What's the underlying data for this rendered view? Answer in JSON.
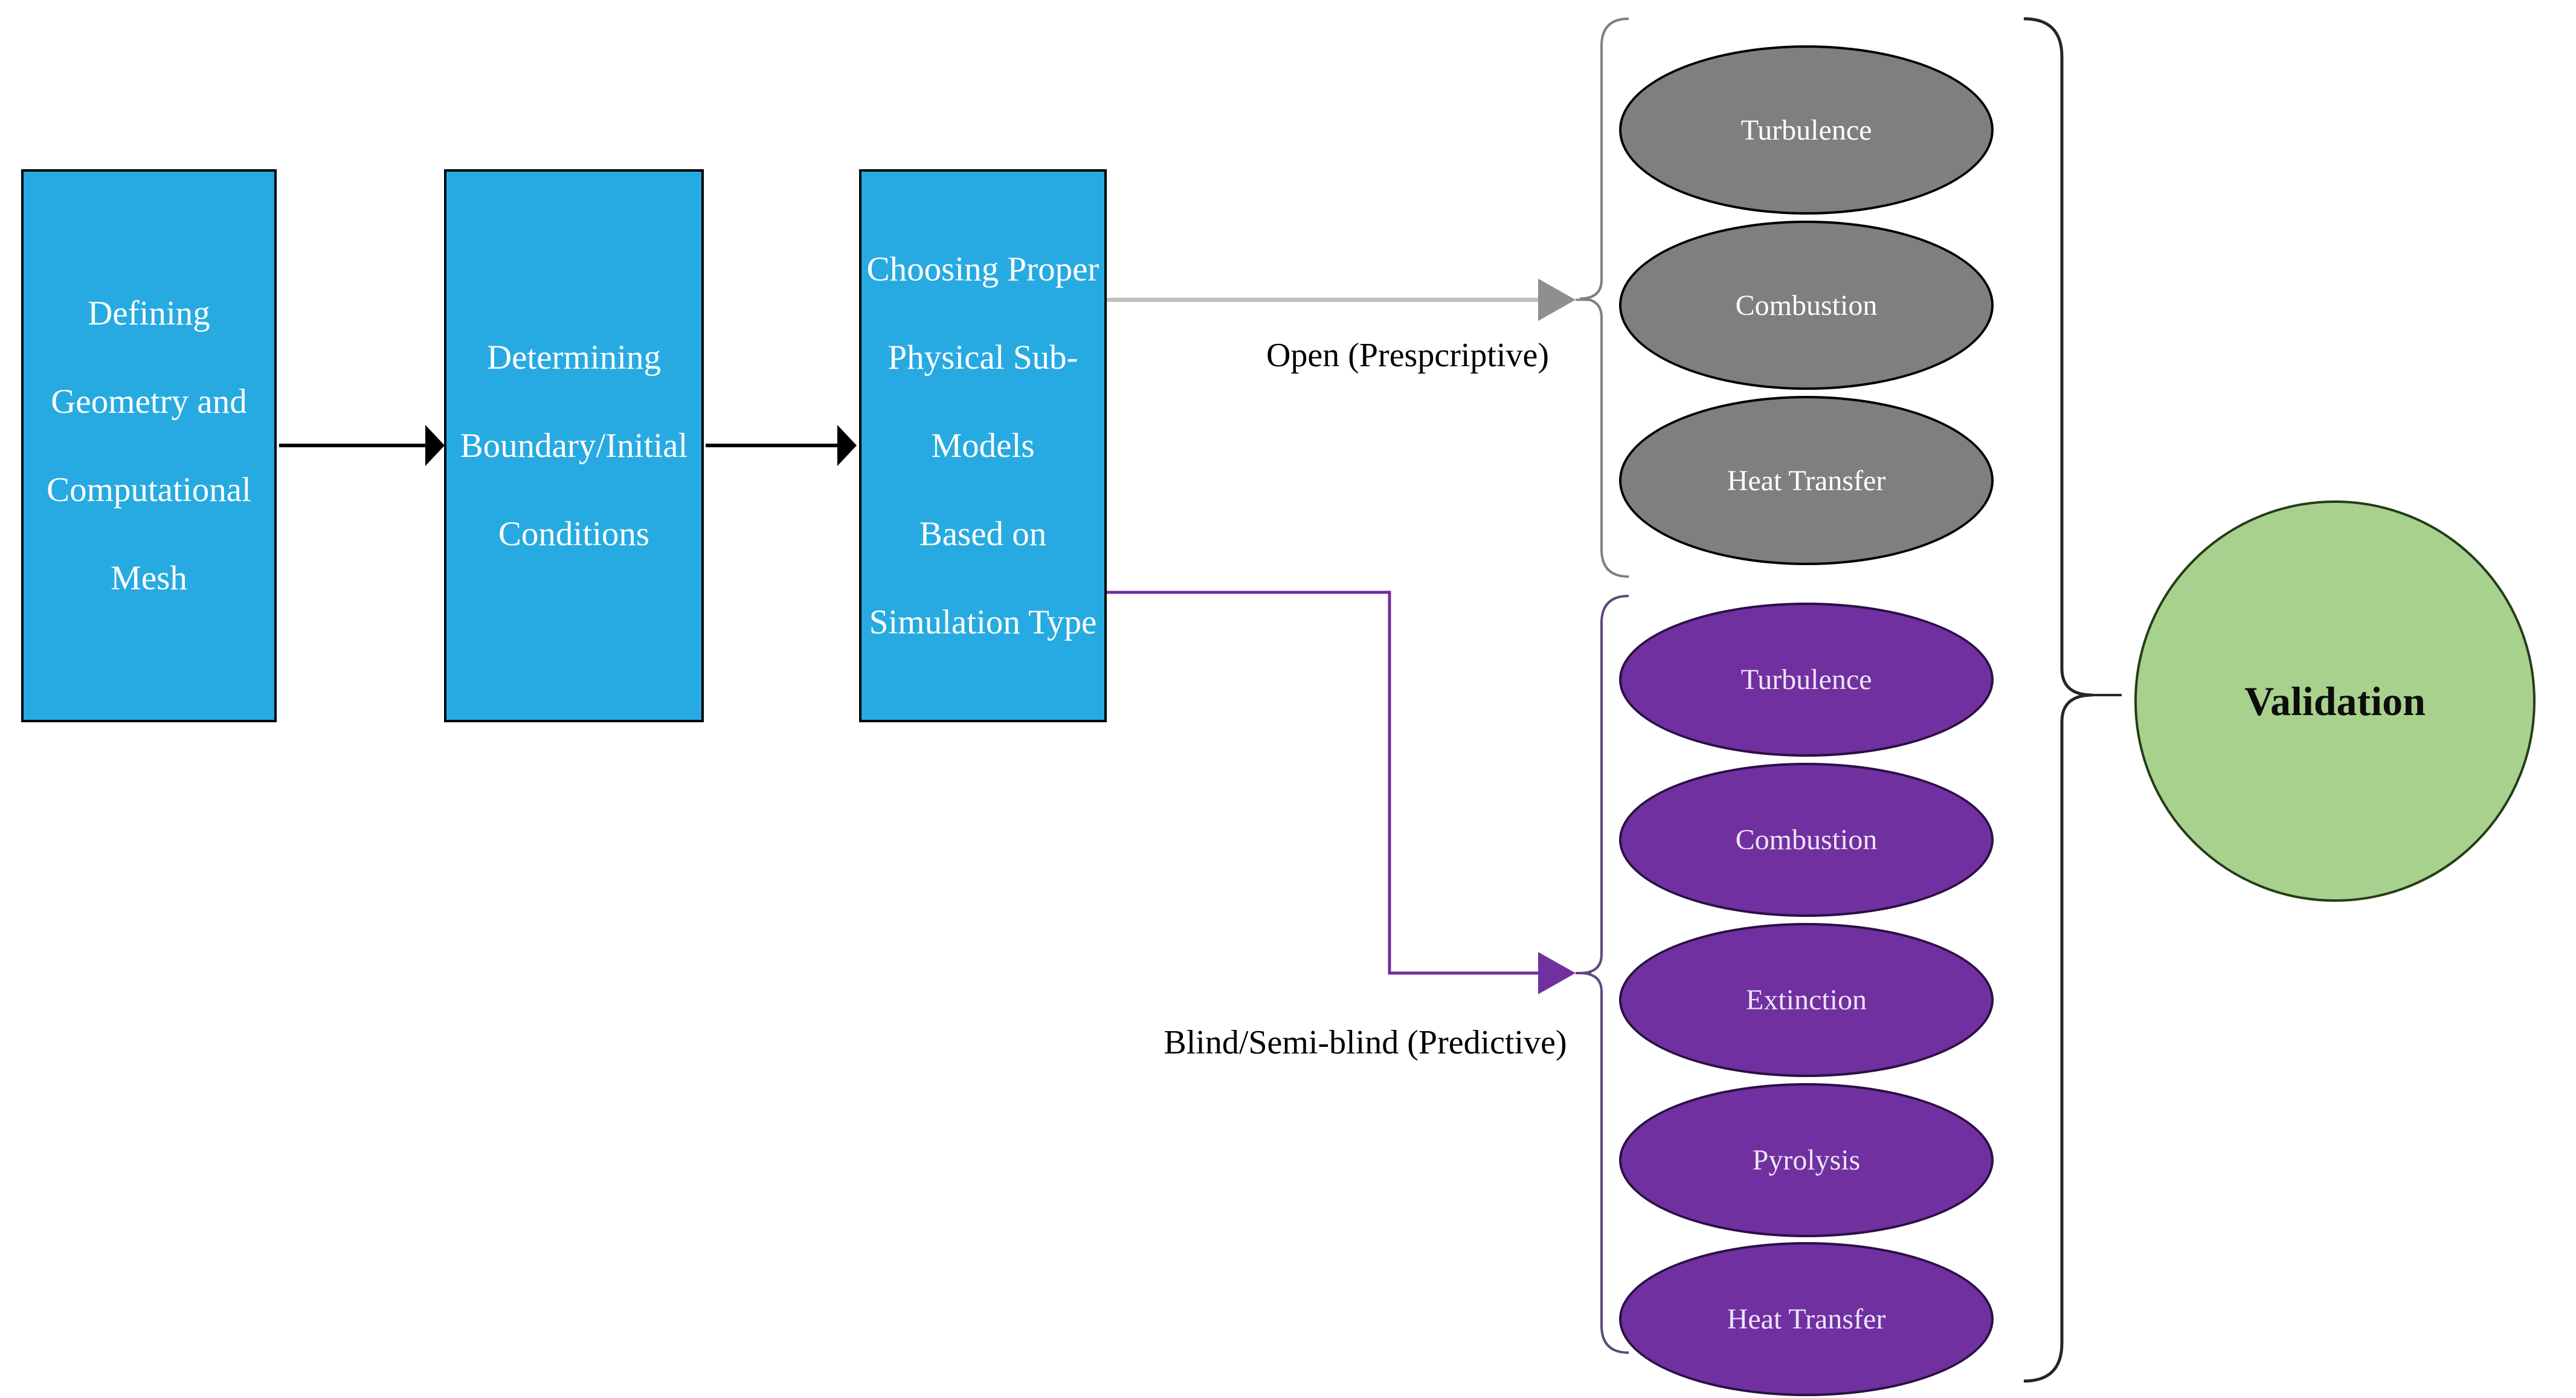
{
  "figure": {
    "steps": [
      {
        "lines": [
          "Defining",
          "Geometry and",
          "Computational",
          "Mesh"
        ]
      },
      {
        "lines": [
          "Determining",
          "Boundary/Initial",
          "Conditions"
        ]
      },
      {
        "lines": [
          "Choosing Proper",
          "Physical Sub-",
          "Models",
          "Based on",
          "Simulation Type"
        ]
      }
    ],
    "open_branch": {
      "label": "Open (Prespcriptive)",
      "models": [
        "Turbulence",
        "Combustion",
        "Heat Transfer"
      ]
    },
    "predictive_branch": {
      "label": "Blind/Semi-blind (Predictive)",
      "models": [
        "Turbulence",
        "Combustion",
        "Extinction",
        "Pyrolysis",
        "Heat Transfer"
      ]
    },
    "validation": {
      "label": "Validation"
    },
    "colors": {
      "process_box_fill": "#27AAE1",
      "process_box_border": "#000000",
      "open_model_fill": "#7F7F7F",
      "predictive_model_fill": "#7030A0",
      "validation_fill": "#A9D18E",
      "validation_border": "#243D16",
      "open_connector": "#8F8F8F",
      "open_connector_line": "#BFBFBF",
      "predictive_connector": "#7030A0",
      "step_arrow": "#000000",
      "open_bracket": "#7F7F7F",
      "predictive_bracket": "#5F497A",
      "merge_bracket": "#262626"
    }
  }
}
